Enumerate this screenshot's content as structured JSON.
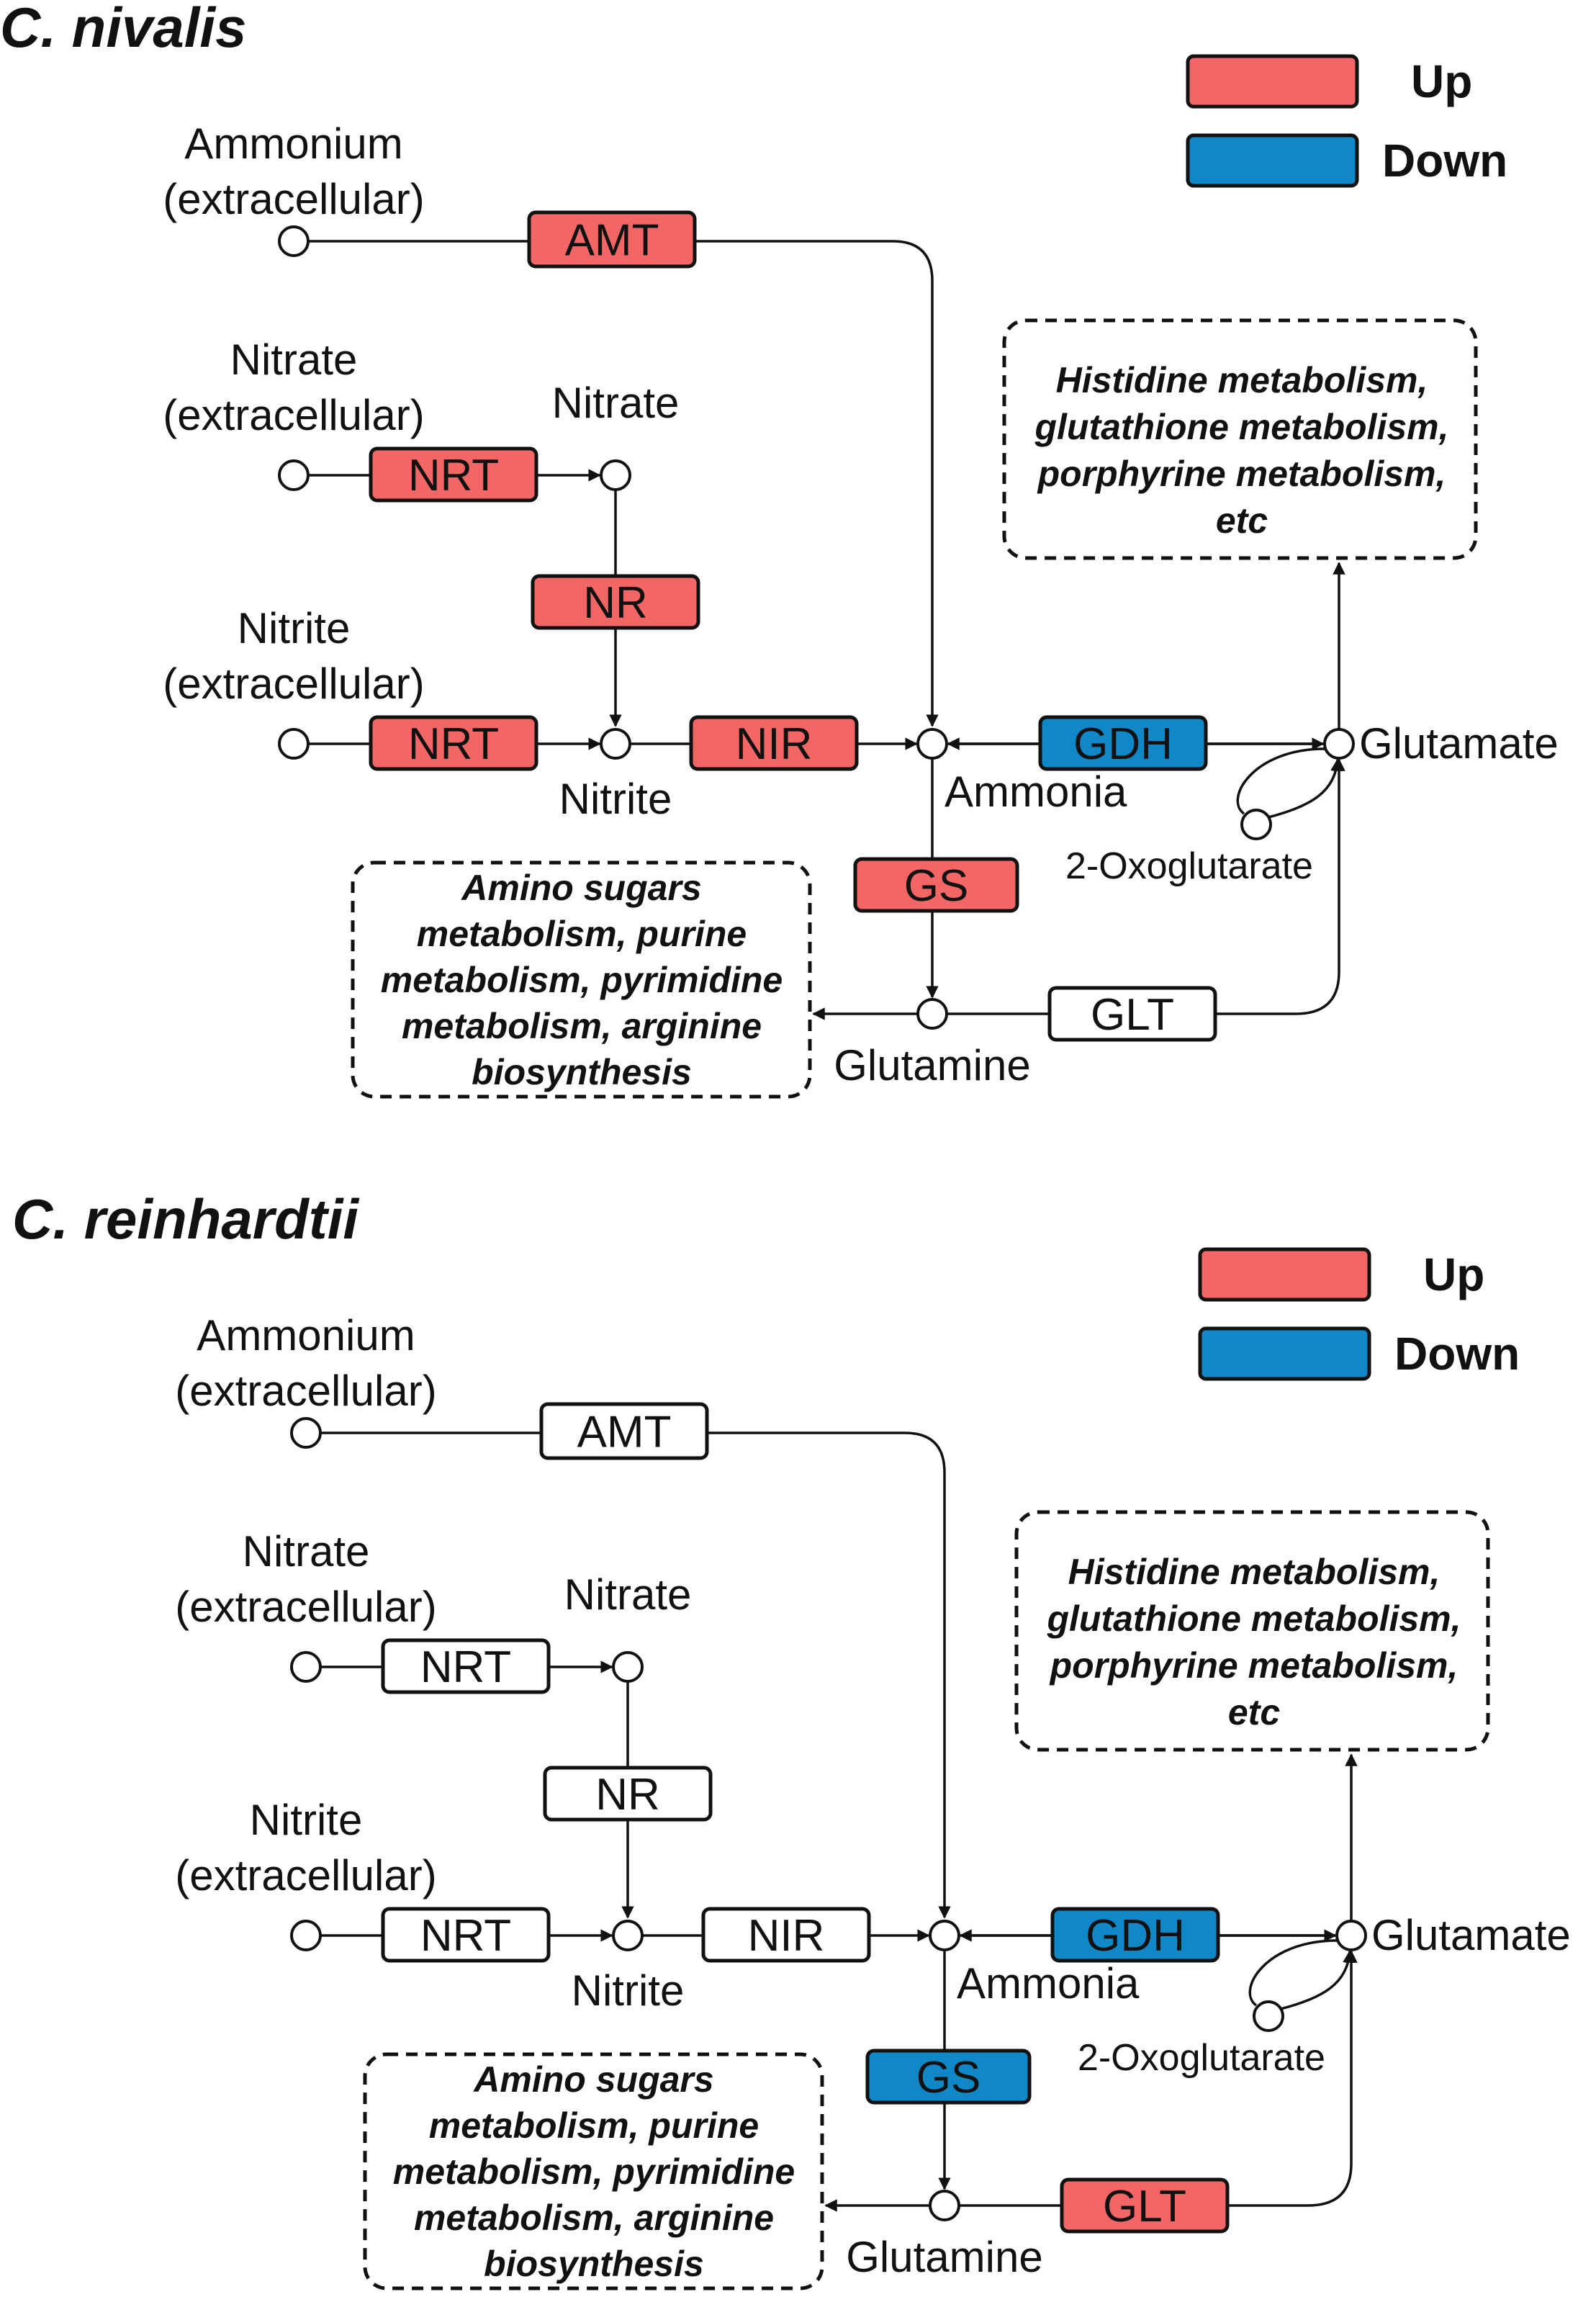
{
  "colors": {
    "up": "#f26666",
    "down": "#1088c8",
    "none": "#ffffff"
  },
  "legend": {
    "up": "Up",
    "down": "Down"
  },
  "panels": [
    {
      "title": "C. nivalis",
      "labels": {
        "ammonium": [
          "Ammonium",
          "(extracellular)"
        ],
        "nitrate_ext": [
          "Nitrate",
          "(extracellular)"
        ],
        "nitrate": "Nitrate",
        "nitrite_ext": [
          "Nitrite",
          "(extracellular)"
        ],
        "nitrite": "Nitrite",
        "ammonia": "Ammonia",
        "glutamate": "Glutamate",
        "oxoglutarate": "2-Oxoglutarate",
        "glutamine": "Glutamine"
      },
      "enzymes": {
        "AMT": {
          "label": "AMT",
          "state": "up"
        },
        "NRT1": {
          "label": "NRT",
          "state": "up"
        },
        "NR": {
          "label": "NR",
          "state": "up"
        },
        "NRT2": {
          "label": "NRT",
          "state": "up"
        },
        "NIR": {
          "label": "NIR",
          "state": "up"
        },
        "GDH": {
          "label": "GDH",
          "state": "down"
        },
        "GS": {
          "label": "GS",
          "state": "up"
        },
        "GLT": {
          "label": "GLT",
          "state": "none"
        }
      },
      "notes": {
        "right": [
          "Histidine metabolism,",
          "glutathione metabolism,",
          "porphyrine metabolism,",
          "etc"
        ],
        "left": [
          "Amino sugars",
          "metabolism, purine",
          "metabolism, pyrimidine",
          "metabolism, arginine",
          "biosynthesis"
        ]
      }
    },
    {
      "title": "C. reinhardtii",
      "labels": {
        "ammonium": [
          "Ammonium",
          "(extracellular)"
        ],
        "nitrate_ext": [
          "Nitrate",
          "(extracellular)"
        ],
        "nitrate": "Nitrate",
        "nitrite_ext": [
          "Nitrite",
          "(extracellular)"
        ],
        "nitrite": "Nitrite",
        "ammonia": "Ammonia",
        "glutamate": "Glutamate",
        "oxoglutarate": "2-Oxoglutarate",
        "glutamine": "Glutamine"
      },
      "enzymes": {
        "AMT": {
          "label": "AMT",
          "state": "none"
        },
        "NRT1": {
          "label": "NRT",
          "state": "none"
        },
        "NR": {
          "label": "NR",
          "state": "none"
        },
        "NRT2": {
          "label": "NRT",
          "state": "none"
        },
        "NIR": {
          "label": "NIR",
          "state": "none"
        },
        "GDH": {
          "label": "GDH",
          "state": "down"
        },
        "GS": {
          "label": "GS",
          "state": "down"
        },
        "GLT": {
          "label": "GLT",
          "state": "up"
        }
      },
      "notes": {
        "right": [
          "Histidine metabolism,",
          "glutathione metabolism,",
          "porphyrine metabolism,",
          "etc"
        ],
        "left": [
          "Amino sugars",
          "metabolism, purine",
          "metabolism, pyrimidine",
          "metabolism, arginine",
          "biosynthesis"
        ]
      }
    }
  ]
}
